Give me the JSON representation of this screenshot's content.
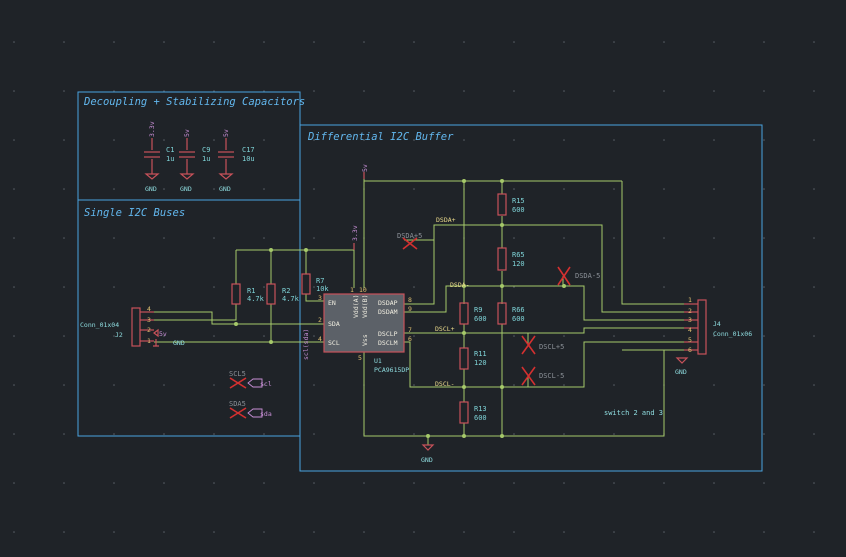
{
  "sheets": {
    "decoupling_title": "Decoupling + Stabilizing Capacitors",
    "single_title": "Single I2C Buses",
    "diff_title": "Differential I2C Buffer"
  },
  "capacitors": [
    {
      "ref": "C1",
      "value": "1u",
      "power": "3.3v",
      "gnd": "GND"
    },
    {
      "ref": "C9",
      "value": "1u",
      "power": "5v",
      "gnd": "GND"
    },
    {
      "ref": "C17",
      "value": "10u",
      "power": "5v",
      "gnd": "GND"
    }
  ],
  "resistors": {
    "r1": {
      "ref": "R1",
      "value": "4.7k"
    },
    "r2": {
      "ref": "R2",
      "value": "4.7k"
    },
    "r7": {
      "ref": "R7",
      "value": "10k"
    },
    "r15": {
      "ref": "R15",
      "value": "600"
    },
    "r65": {
      "ref": "R65",
      "value": "120"
    },
    "r66": {
      "ref": "R66",
      "value": "600"
    },
    "r9": {
      "ref": "R9",
      "value": "600"
    },
    "r11": {
      "ref": "R11",
      "value": "120"
    },
    "r13": {
      "ref": "R13",
      "value": "600"
    }
  },
  "connectors": {
    "j2": {
      "value": "Conn_01x04",
      "ref": "J2",
      "pins": [
        "4",
        "3",
        "2",
        "1"
      ],
      "power": "5v",
      "gnd": "GND"
    },
    "j4": {
      "ref": "J4",
      "value": "Conn_01x06",
      "pins": [
        "1",
        "2",
        "3",
        "4",
        "5",
        "6"
      ],
      "gnd": "GND"
    }
  },
  "ic": {
    "ref": "U1",
    "value": "PCA9615DP",
    "left_pins": {
      "en": "EN",
      "sda": "SDA",
      "scl": "SCL"
    },
    "right_pins": {
      "dsdap": "DSDAP",
      "dsdam": "DSDAM",
      "dsclp": "DSCLP",
      "dsclm": "DSCLM"
    },
    "vdd_a": "Vdd(A)",
    "vdd_b": "Vdd(B)",
    "vss": "Vss",
    "pin_numbers": {
      "en": "3",
      "sda": "2",
      "scl": "4",
      "dsdap": "8",
      "dsdam": "9",
      "dsclp": "7",
      "dsclm": "6",
      "vdda": "1",
      "vddb": "10",
      "vss": "5"
    },
    "side_label": "scl(sda)"
  },
  "power": {
    "v33": "3.3v",
    "v5": "5v",
    "gnd": "GND"
  },
  "nets": {
    "dsda_p": "DSDA+",
    "dsda_m": "DSDA-",
    "dscl_p": "DSCL+",
    "dscl_m": "DSCL-"
  },
  "no_connect_labels": {
    "dsda_p5": "DSDA+5",
    "dsda_m5": "DSDA-5",
    "dscl_p5": "DSCL+5",
    "dscl_m5": "DSCL-5",
    "scl5": "SCL5",
    "sda5": "SDA5"
  },
  "global_labels": {
    "scl": "scl",
    "sda": "sda"
  },
  "note": "switch 2 and 3"
}
